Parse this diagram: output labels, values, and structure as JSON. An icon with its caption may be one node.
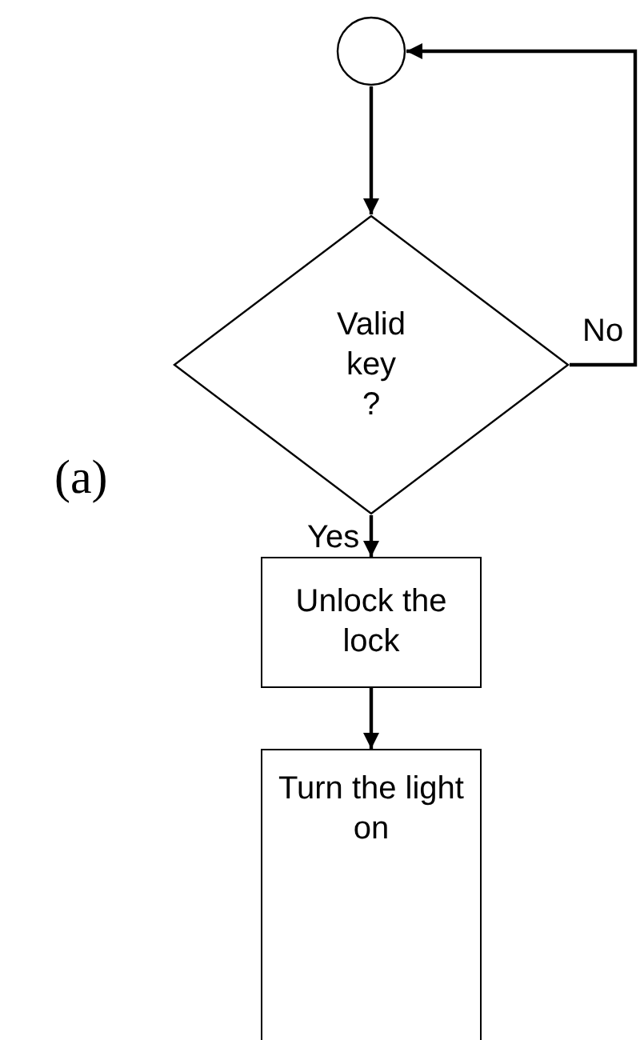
{
  "diagram": {
    "nodes": [
      {
        "text": [],
        "shape": "circle"
      },
      {
        "text": [
          "Valid key ?"
        ]
      },
      {
        "text": [
          "Unlock the lock"
        ]
      },
      {
        "text": [
          "Turn the light on"
        ]
      }
    ],
    "edges": [
      {
        "from": 0,
        "to": 1,
        "arrow": "to"
      },
      {
        "from": 1,
        "to": 0,
        "arrow": "to",
        "label": "No"
      },
      {
        "from": 1,
        "to": 2,
        "arrow": "to",
        "label": "Yes"
      },
      {
        "from": 2,
        "to": 3,
        "arrow": "to"
      }
    ],
    "labels": [
      "(a)"
    ]
  }
}
